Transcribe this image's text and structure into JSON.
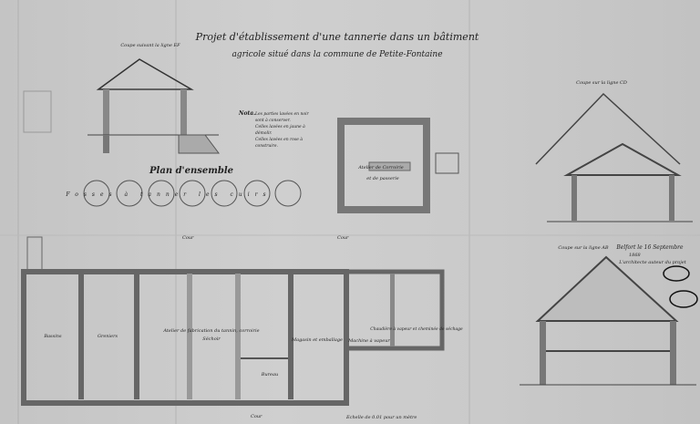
{
  "title": {
    "line1": "Projet d'établissement d'une tannerie dans un bâtiment",
    "line2": "agricole situé dans la commune de Petite-Fontaine"
  },
  "sections": {
    "section_ef": "Coupe suivant la ligne EF",
    "section_cd": "Coupe sur la ligne CD",
    "section_ab": "Coupe sur la ligne AB"
  },
  "plan_label": "Plan d'ensemble",
  "pits_label": "Fosses à tanner les cuirs",
  "note": {
    "heading": "Nota.",
    "line1": "Les parties lavées en noir",
    "line2": "sont à conserver.",
    "line3": "Celles lavées en jaune à",
    "line4": "démolir.",
    "line5": "Celles lavées en rose à",
    "line6": "construire."
  },
  "small_building": {
    "room": "Atelier de Corroirie",
    "room2": "et de passerie"
  },
  "rooms": [
    "Bassins",
    "Greniers",
    "Atelier de fabrication du tannin, corroirie",
    "Séchoir",
    "Bureau",
    "Magasin et emballage",
    "Machine à vapeur",
    "Chaudière à vapeur et cheminée de séchage"
  ],
  "yard_labels": [
    "Cour",
    "Cour",
    "Cour"
  ],
  "scale": "Echelle de 0.01 pour un mètre",
  "signature": {
    "line1": "Belfort le 16 Septembre",
    "line2": "1868",
    "line3": "L'architecte auteur du projet"
  },
  "colors": {
    "paper": "#c9c9c9",
    "ink": "#222222",
    "wall": "#6a6a6a"
  }
}
